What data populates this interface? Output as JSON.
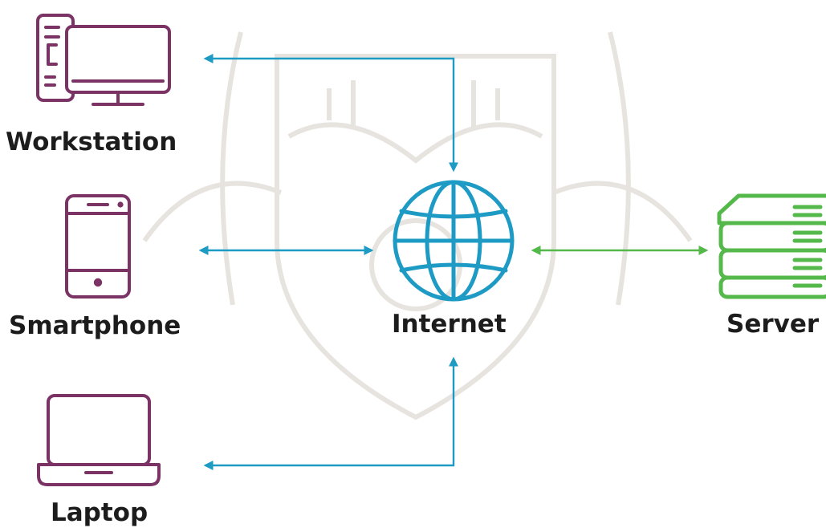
{
  "nodes": {
    "workstation": {
      "label": "Workstation",
      "icon": "workstation-icon"
    },
    "smartphone": {
      "label": "Smartphone",
      "icon": "smartphone-icon"
    },
    "internet": {
      "label": "Internet",
      "icon": "globe-icon"
    },
    "server": {
      "label": "Server",
      "icon": "server-icon"
    },
    "laptop": {
      "label": "Laptop",
      "icon": "laptop-icon"
    }
  },
  "colors": {
    "device": "#7b3366",
    "internet": "#1e9bc4",
    "server": "#54b84a",
    "link_blue": "#1e9bc4",
    "link_green": "#54b84a",
    "label": "#1c1c1c",
    "watermark": "#e7e4e0"
  }
}
